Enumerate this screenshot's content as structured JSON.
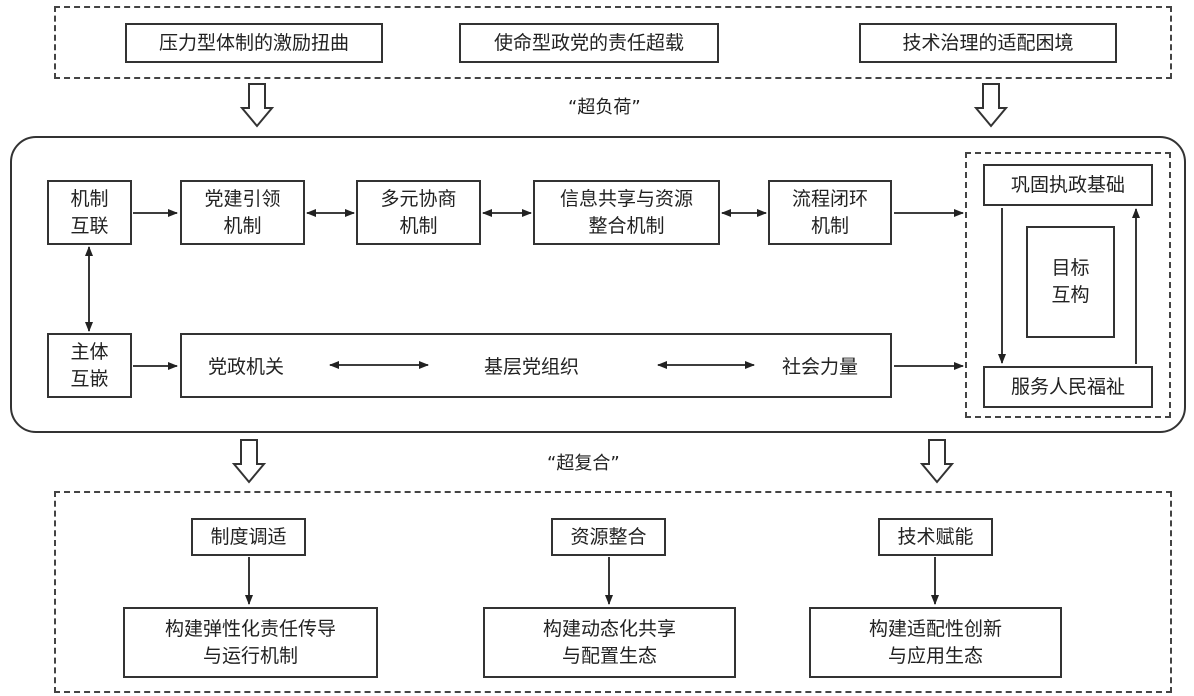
{
  "top_problems": [
    "压力型体制的激励扭曲",
    "使命型政党的责任超载",
    "技术治理的适配困境"
  ],
  "label_overload": "“超负荷”",
  "label_complex": "“超复合”",
  "mechanism_interconnect": "机制\n互联",
  "subject_embed": "主体\n互嵌",
  "mechanisms": [
    "党建引领\n机制",
    "多元协商\n机制",
    "信息共享与资源\n整合机制",
    "流程闭环\n机制"
  ],
  "actors": [
    "党政机关",
    "基层党组织",
    "社会力量"
  ],
  "goal_loop": {
    "top": "巩固执政基础",
    "center": "目标\n互构",
    "bottom": "服务人民福祉"
  },
  "paths": [
    {
      "heading": "制度调适",
      "result": "构建弹性化责任传导\n与运行机制"
    },
    {
      "heading": "资源整合",
      "result": "构建动态化共享\n与配置生态"
    },
    {
      "heading": "技术赋能",
      "result": "构建适配性创新\n与应用生态"
    }
  ]
}
